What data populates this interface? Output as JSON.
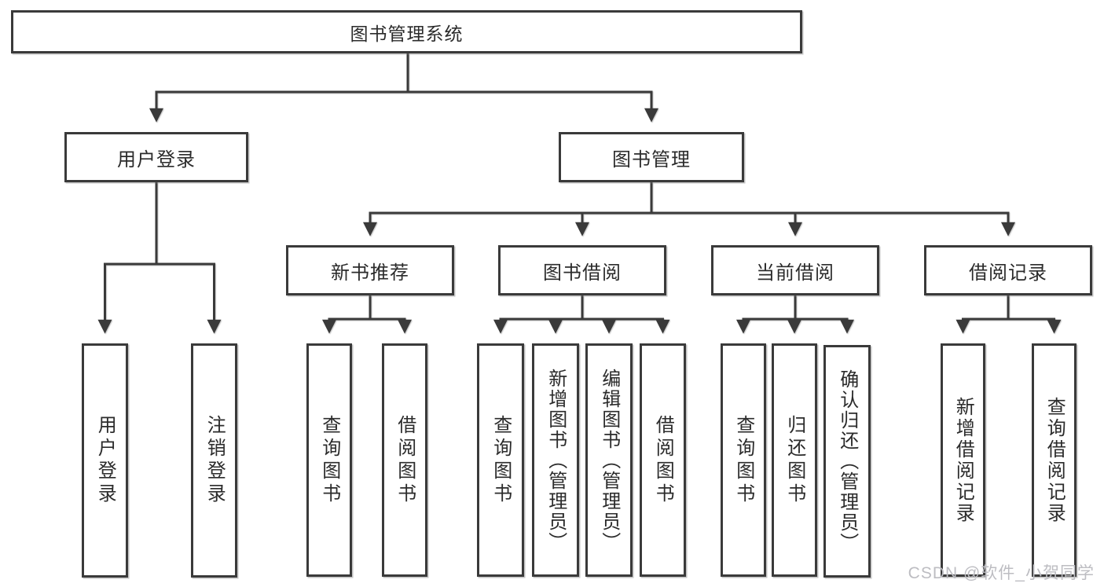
{
  "diagram": {
    "root": {
      "label": "图书管理系统"
    },
    "branches": [
      {
        "label": "用户登录",
        "children": [
          {
            "label": "用户登录"
          },
          {
            "label": "注销登录"
          }
        ]
      },
      {
        "label": "图书管理",
        "sections": [
          {
            "label": "新书推荐",
            "children": [
              {
                "label": "查询图书"
              },
              {
                "label": "借阅图书"
              }
            ]
          },
          {
            "label": "图书借阅",
            "children": [
              {
                "label": "查询图书"
              },
              {
                "label": "新增图书（管理员）"
              },
              {
                "label": "编辑图书（管理员）"
              },
              {
                "label": "借阅图书"
              }
            ]
          },
          {
            "label": "当前借阅",
            "children": [
              {
                "label": "查询图书"
              },
              {
                "label": "归还图书"
              },
              {
                "label": "确认归还（管理员）"
              }
            ]
          },
          {
            "label": "借阅记录",
            "children": [
              {
                "label": "新增借阅记录"
              },
              {
                "label": "查询借阅记录"
              }
            ]
          }
        ]
      }
    ]
  },
  "watermark": {
    "text": "CSDN @软件_小贺同学"
  },
  "colors": {
    "line": "#3a3a3a",
    "text": "#2b2b2b",
    "watermark": "#bdbdc2",
    "background": "#ffffff"
  }
}
